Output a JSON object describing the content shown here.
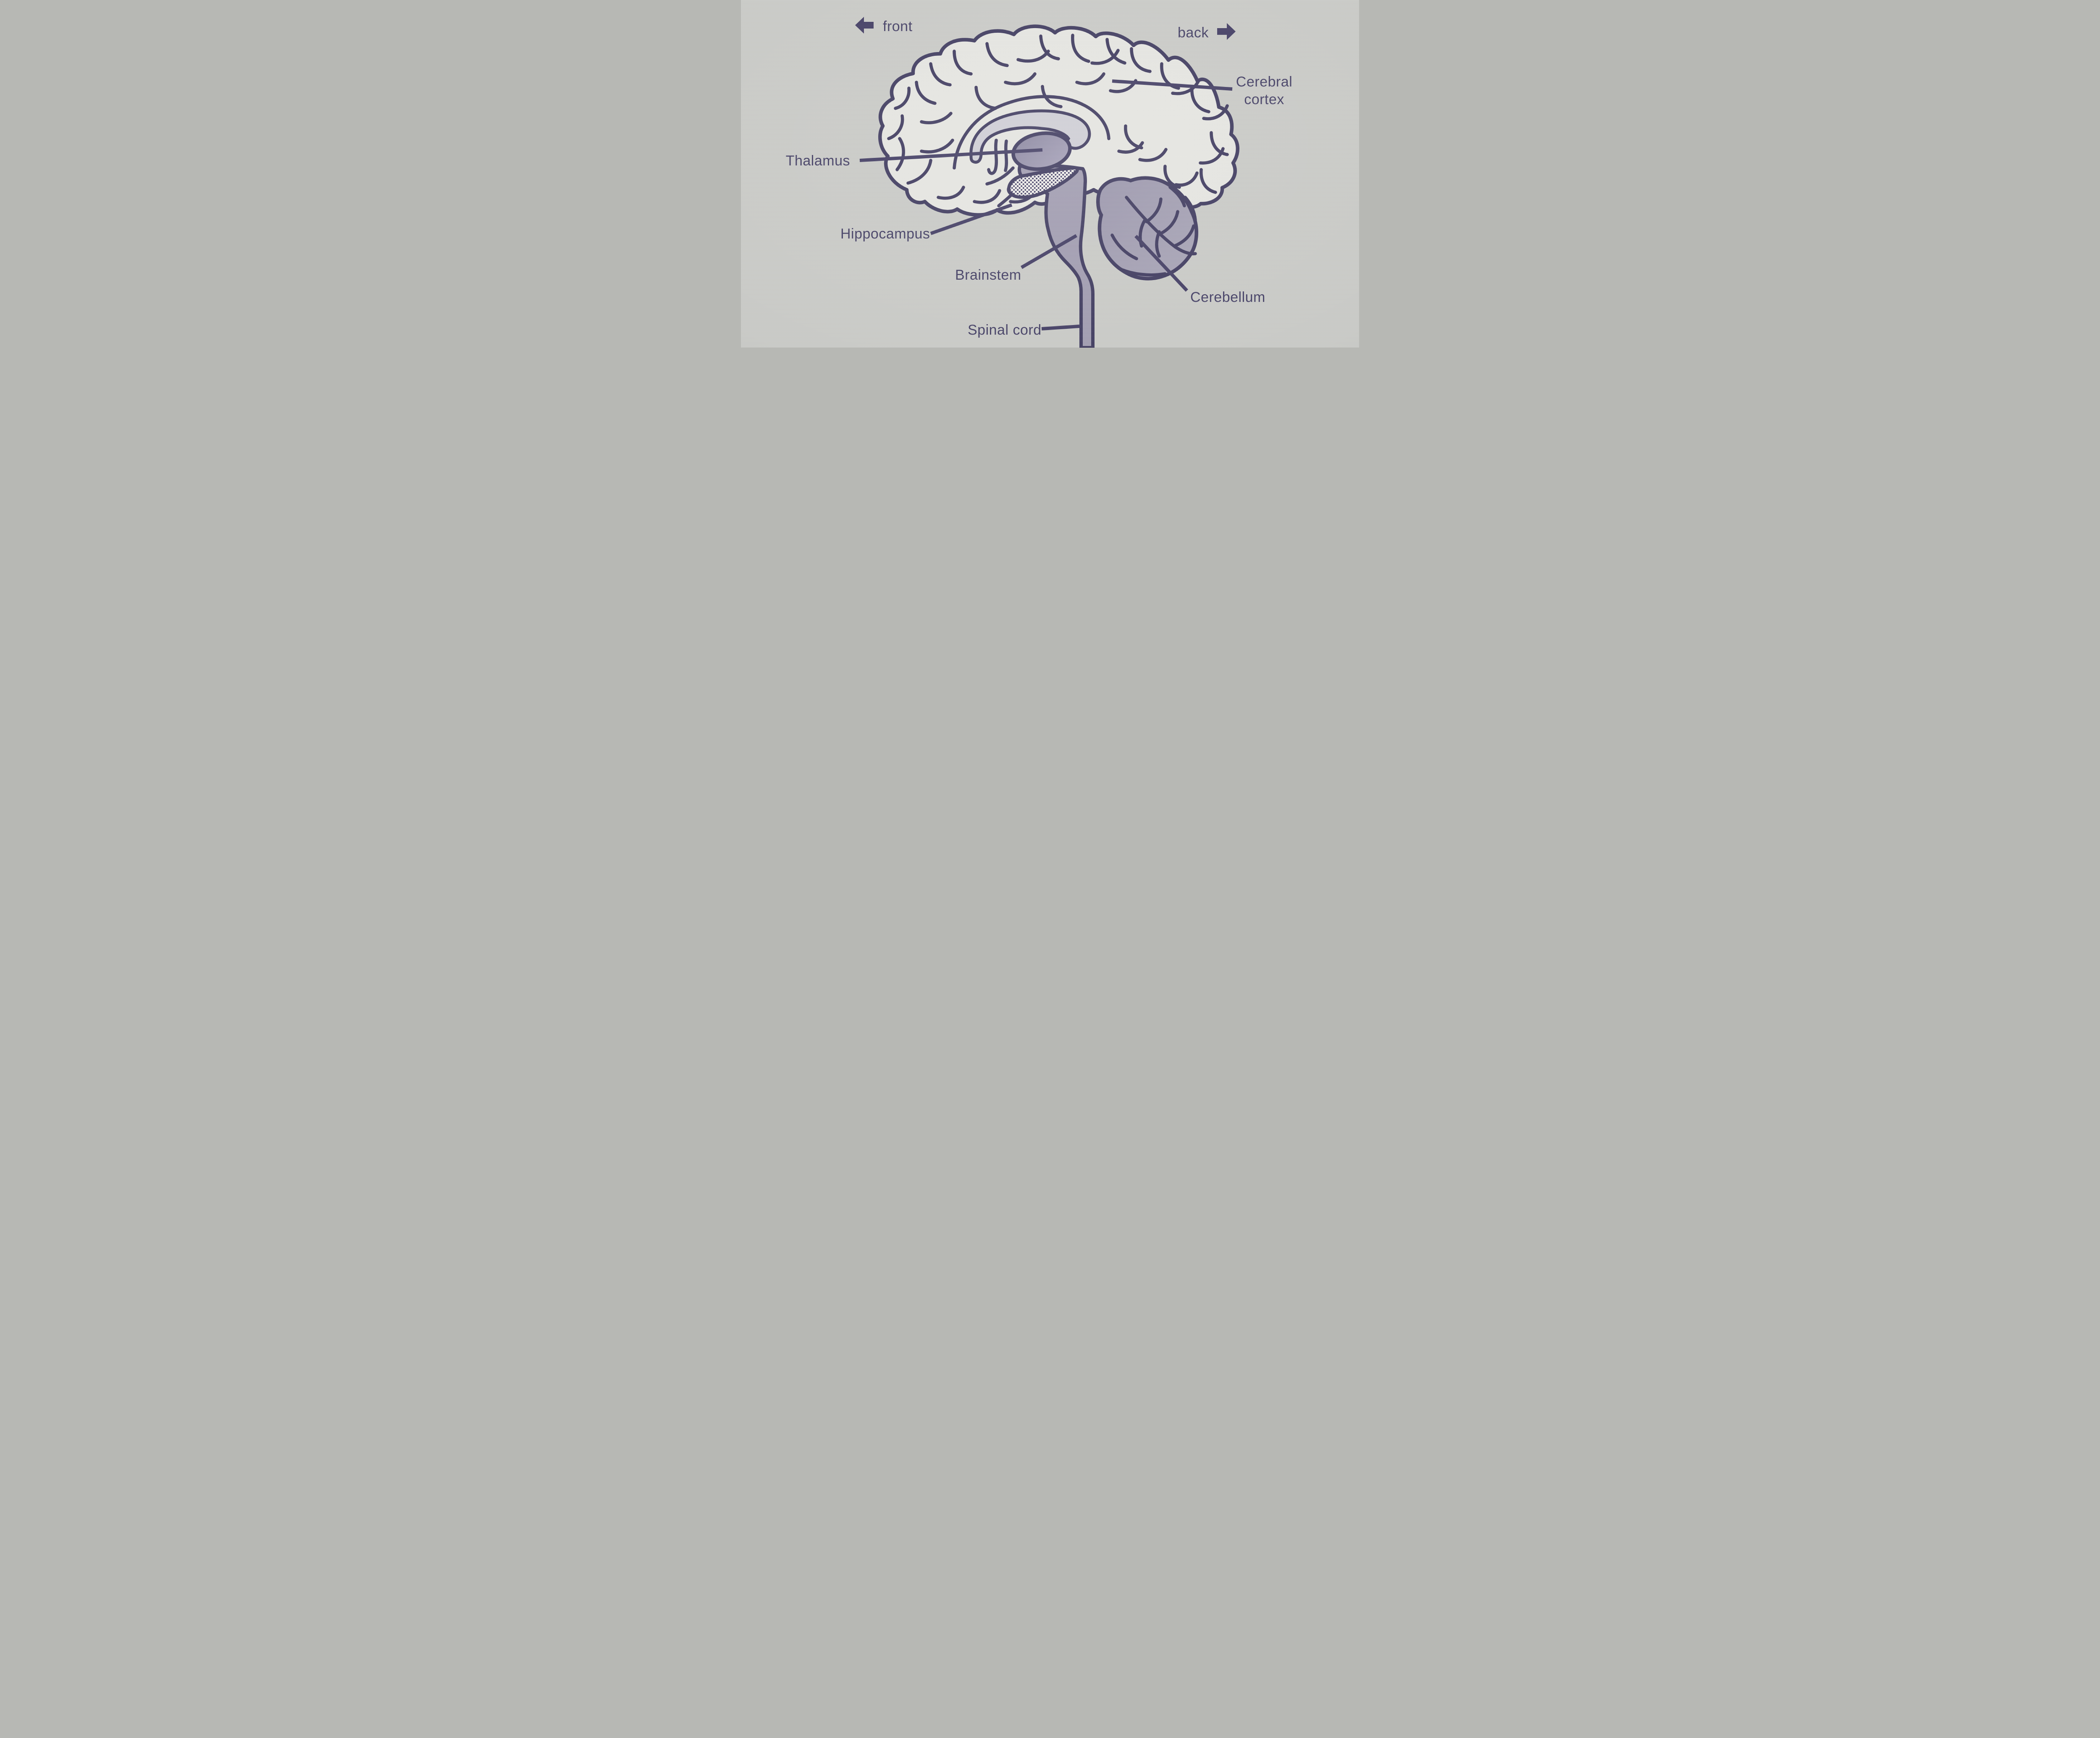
{
  "figure": {
    "description": "Sagittal diagram of the human brain printed on fabric",
    "orientation": {
      "front": "front",
      "back": "back"
    },
    "labels": {
      "front": "front",
      "back": "back",
      "cerebral_cortex_line1": "Cerebral",
      "cerebral_cortex_line2": "cortex",
      "thalamus": "Thalamus",
      "hippocampus": "Hippocampus",
      "brainstem": "Brainstem",
      "cerebellum": "Cerebellum",
      "spinal_cord": "Spinal cord"
    },
    "structures": [
      "Cerebral cortex",
      "Thalamus",
      "Hippocampus",
      "Brainstem",
      "Cerebellum",
      "Spinal cord"
    ],
    "colors": {
      "background": "#c7c8c4",
      "brain_fill": "#e6e6e1",
      "line_ink": "#2f2a52",
      "text_ink": "#332e57",
      "corpus_callosum_fill": "#cdccd4",
      "thalamus_dark": "#817c99",
      "thalamus_light": "#a09bb4",
      "structure_purple": "#9a95ab",
      "hippocampus_background": "#f3f2ee",
      "hippocampus_dots": "#342e59"
    }
  }
}
